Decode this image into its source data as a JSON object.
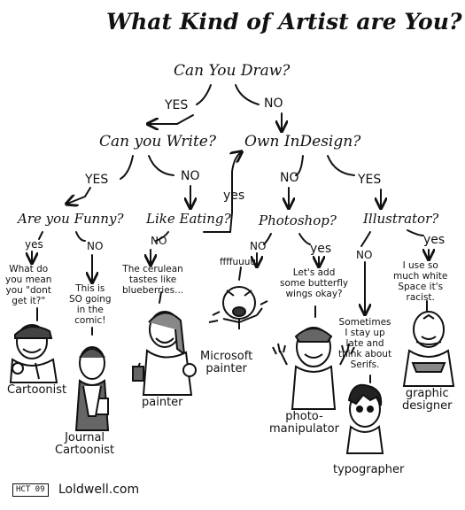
{
  "title": "What Kind of Artist are You?",
  "questions": {
    "q1": "Can You Draw?",
    "q2": "Can you Write?",
    "q3": "Own InDesign?",
    "q4": "Are you Funny?",
    "q5": "Like Eating?",
    "q6": "Photoshop?",
    "q7": "Illustrator?"
  },
  "answers": {
    "yes": "YES",
    "no": "NO",
    "yes_lower": "yes",
    "no_upper": "NO"
  },
  "quotes": {
    "cartoonist": "What do\nyou mean\nyou \"dont\nget it?\"",
    "journal": "This is\nSO going\nin the\ncomic!",
    "painter": "The cerulean\ntastes like\nblueberries...",
    "ms_painter": "ffffuuuu",
    "photo": "Let's add\nsome butterfly\nwings okay?",
    "typographer": "Sometimes\nI stay up\nlate and\nthink about\nSerifs.",
    "designer": "I use so\nmuch white\nSpace it's\nracist."
  },
  "results": {
    "cartoonist": "Cartoonist",
    "journal": "Journal\nCartoonist",
    "painter": "painter",
    "ms_painter": "Microsoft\npainter",
    "photo": "photo-\nmanipulator",
    "typographer": "typographer",
    "designer": "graphic\ndesigner"
  },
  "signature": {
    "mark": "HCT 09",
    "site": "Loldwell.com"
  }
}
